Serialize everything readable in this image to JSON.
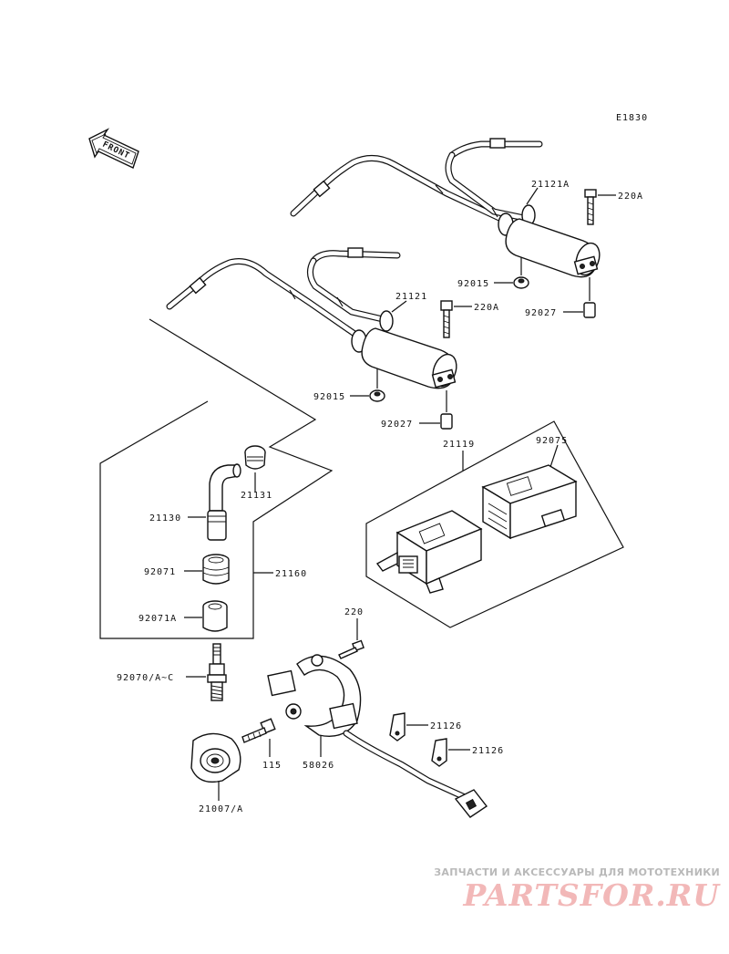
{
  "figure_code": "E1830",
  "front_label": "FRONT",
  "parts": {
    "coil_front": "21121A",
    "bolt_front": "220A",
    "nut_front": "92015",
    "cap_front": "92027",
    "coil_rear": "21121",
    "bolt_rear": "220A",
    "nut_rear": "92015",
    "cap_rear": "92027",
    "igniter_group": "21119",
    "igniter_box": "92075",
    "plug_cap": "21131",
    "plug_cap_assy": "21130",
    "seal_1": "92071",
    "plug_cap_group": "21160",
    "seal_2": "92071A",
    "spark_plug": "92070/A~C",
    "screw": "220",
    "bracket_1": "21126",
    "bracket_2": "21126",
    "rotor": "21007/A",
    "bolt": "115",
    "pickup_plate": "58026"
  },
  "watermark": {
    "tagline": "ЗАПЧАСТИ И АКСЕССУАРЫ ДЛЯ МОТОТЕХНИКИ",
    "logo": "PARTSFOR.RU",
    "colors": {
      "tagline": "#b9b9b9",
      "logo": "#f2b8b8"
    }
  }
}
